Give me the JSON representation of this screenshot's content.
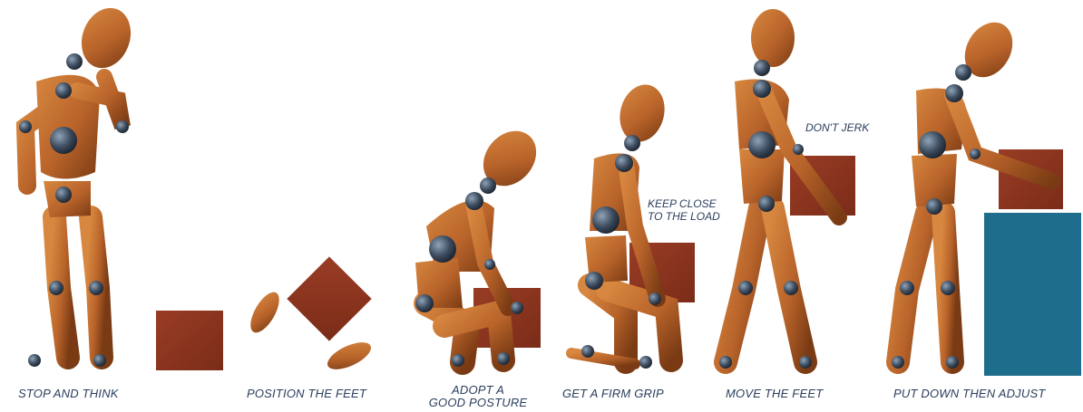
{
  "steps": [
    {
      "label": "STOP AND THINK"
    },
    {
      "label": "POSITION THE FEET"
    },
    {
      "label": "ADOPT A",
      "label_line2": "GOOD POSTURE"
    },
    {
      "label": "GET A FIRM GRIP"
    },
    {
      "label": "MOVE THE FEET"
    },
    {
      "label": "PUT DOWN THEN ADJUST"
    }
  ],
  "annotations": {
    "keep_close_line1": "KEEP CLOSE",
    "keep_close_line2": "TO THE LOAD",
    "dont_jerk": "DON'T JERK"
  },
  "colors": {
    "wood": "#b8632a",
    "wood_dark": "#7a3b14",
    "joint": "#3b4a5c",
    "box": "#8a3320",
    "table": "#1f6d8c",
    "caption": "#2a3d5c"
  },
  "icons": [
    "wooden-mannequin-figure",
    "box-load",
    "footprint-icon",
    "table"
  ]
}
